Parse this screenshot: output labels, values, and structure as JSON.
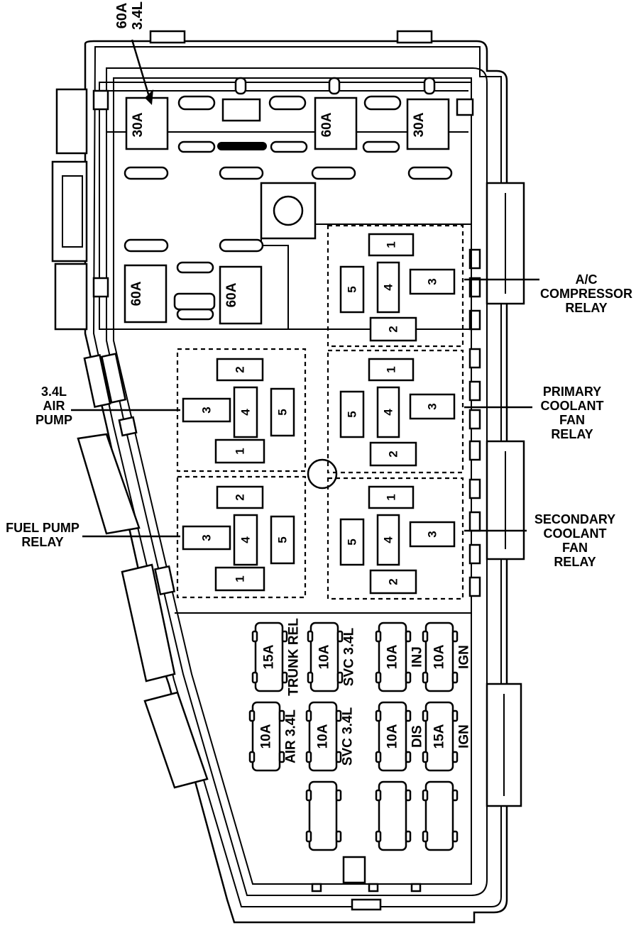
{
  "top_callout": {
    "line1": "60A",
    "line2": "3.4L"
  },
  "maxi_fuses": {
    "top_left": "30A",
    "top_middle": "60A",
    "top_right": "30A",
    "lower_left": "60A",
    "lower_right": "60A"
  },
  "relay_labels": {
    "ac_compressor": [
      "A/C",
      "COMPRESSOR",
      "RELAY"
    ],
    "primary_fan": [
      "PRIMARY",
      "COOLANT",
      "FAN",
      "RELAY"
    ],
    "secondary_fan": [
      "SECONDARY",
      "COOLANT",
      "FAN",
      "RELAY"
    ],
    "air_pump": [
      "3.4L",
      "AIR",
      "PUMP"
    ],
    "fuel_pump": [
      "FUEL PUMP",
      "RELAY"
    ]
  },
  "relay_pins": [
    "1",
    "2",
    "3",
    "4",
    "5"
  ],
  "fuses": [
    {
      "rating": "15A",
      "circuit": "TRUNK REL"
    },
    {
      "rating": "10A",
      "circuit": "SVC 3.4L"
    },
    {
      "rating": "10A",
      "circuit": "INJ"
    },
    {
      "rating": "10A",
      "circuit": "IGN"
    },
    {
      "rating": "10A",
      "circuit": "AIR 3.4L"
    },
    {
      "rating": "10A",
      "circuit": "SVC 3.4L"
    },
    {
      "rating": "10A",
      "circuit": "DIS"
    },
    {
      "rating": "15A",
      "circuit": "IGN"
    }
  ]
}
